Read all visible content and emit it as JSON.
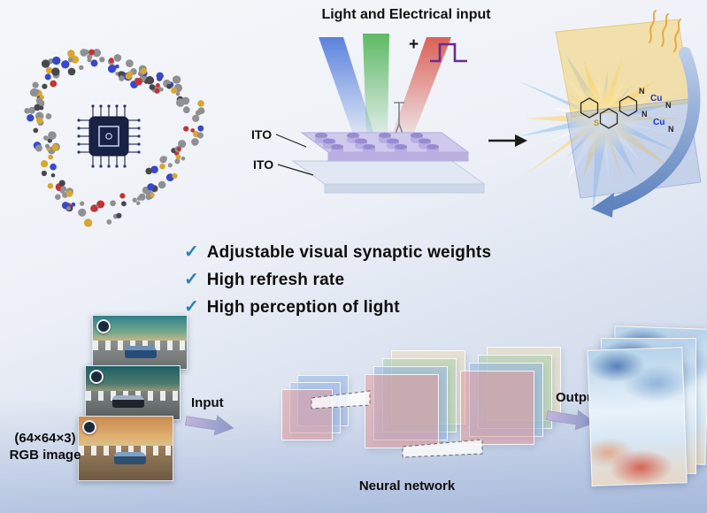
{
  "header": {
    "title": "Light and Electrical input",
    "plus": "+"
  },
  "device": {
    "ito_top_label": "ITO",
    "ito_bottom_label": "ITO"
  },
  "chemistry": {
    "cu1": "Cu",
    "cu2": "Cu",
    "n1": "N",
    "n2": "N",
    "n3": "N",
    "n4": "N",
    "s_label": "S"
  },
  "features": {
    "items": [
      {
        "check": "✓",
        "label": "Adjustable visual synaptic weights"
      },
      {
        "check": "✓",
        "label": "High refresh rate"
      },
      {
        "check": "✓",
        "label": "High perception of light"
      }
    ]
  },
  "pipeline": {
    "rgb_line1": "(64×64×3)",
    "rgb_line2": "RGB image",
    "input_label": "Input",
    "output_label": "Output",
    "network_label": "Neural network"
  }
}
